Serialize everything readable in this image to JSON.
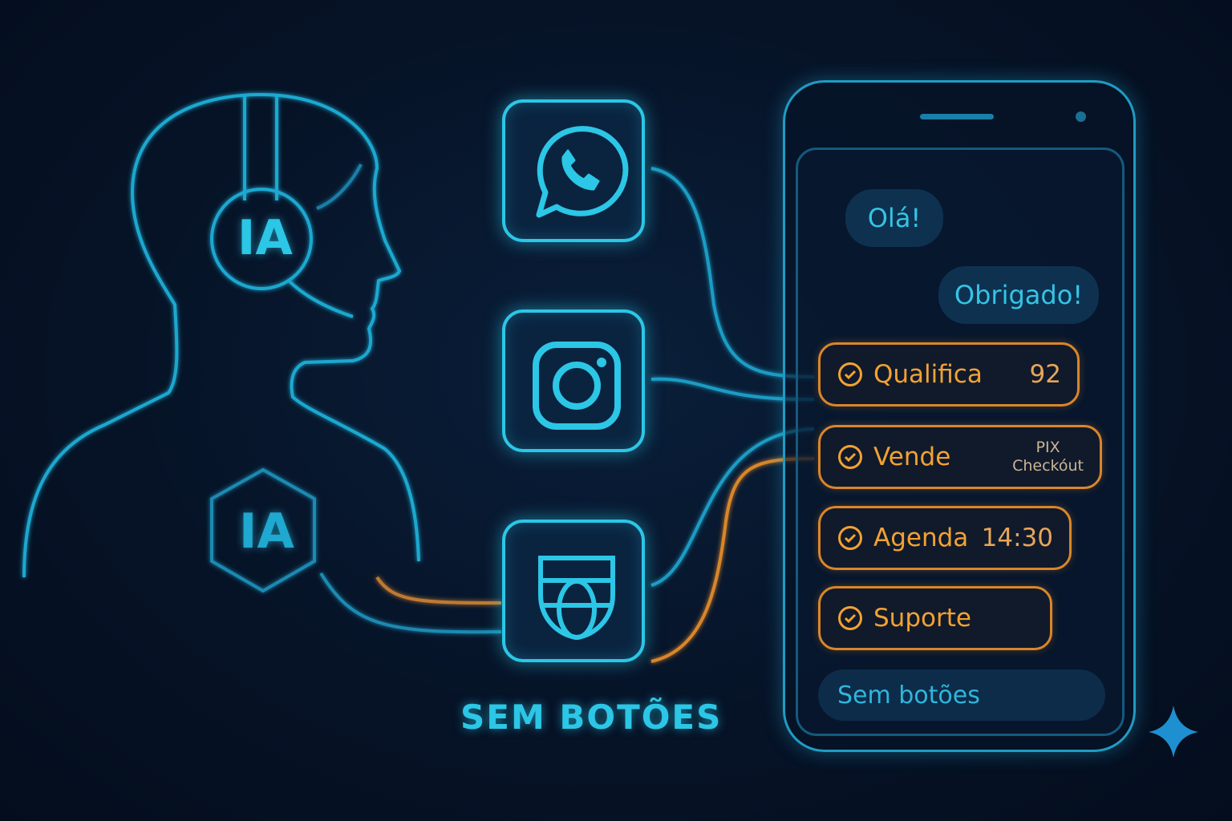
{
  "avatar": {
    "headset_label": "IA",
    "hexagon_label": "IA"
  },
  "channels": [
    {
      "name": "whatsapp",
      "icon": "whatsapp-icon"
    },
    {
      "name": "instagram",
      "icon": "instagram-icon"
    },
    {
      "name": "web",
      "icon": "globe-shield-icon"
    }
  ],
  "caption": "SEM BOTÕES",
  "phone": {
    "messages": [
      {
        "text": "Olá!",
        "side": "left"
      },
      {
        "text": "Obrigado!",
        "side": "right"
      }
    ],
    "actions": [
      {
        "label": "Qualifica",
        "value": "92"
      },
      {
        "label": "Vende",
        "value_line1": "PIX",
        "value_line2": "Checkóut"
      },
      {
        "label": "Agenda",
        "value": "14:30"
      },
      {
        "label": "Suporte"
      }
    ],
    "footer_pill": "Sem botões"
  },
  "colors": {
    "cyan": "#2cc6e6",
    "orange": "#f3a233",
    "background": "#061327"
  }
}
